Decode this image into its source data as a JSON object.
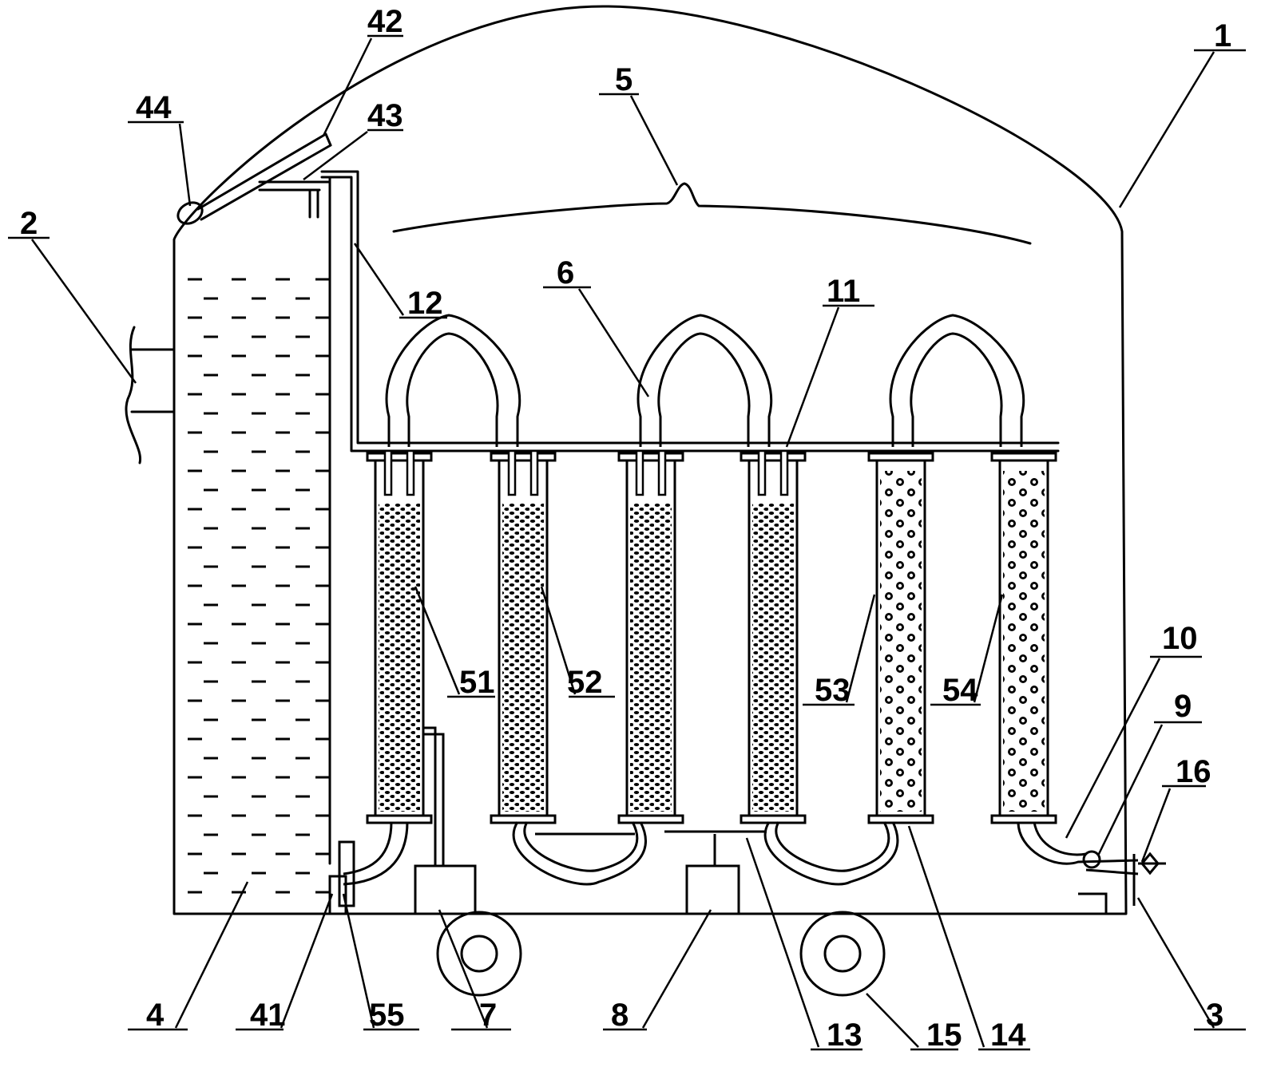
{
  "diagram": {
    "colors": {
      "line": "#000000",
      "background": "#ffffff"
    },
    "labels": {
      "1": "1",
      "2": "2",
      "3": "3",
      "4": "4",
      "41": "41",
      "42": "42",
      "43": "43",
      "44": "44",
      "5": "5",
      "51": "51",
      "52": "52",
      "53": "53",
      "54": "54",
      "55": "55",
      "6": "6",
      "7": "7",
      "8": "8",
      "9": "9",
      "10": "10",
      "11": "11",
      "12": "12",
      "13": "13",
      "14": "14",
      "15": "15",
      "16": "16"
    }
  }
}
